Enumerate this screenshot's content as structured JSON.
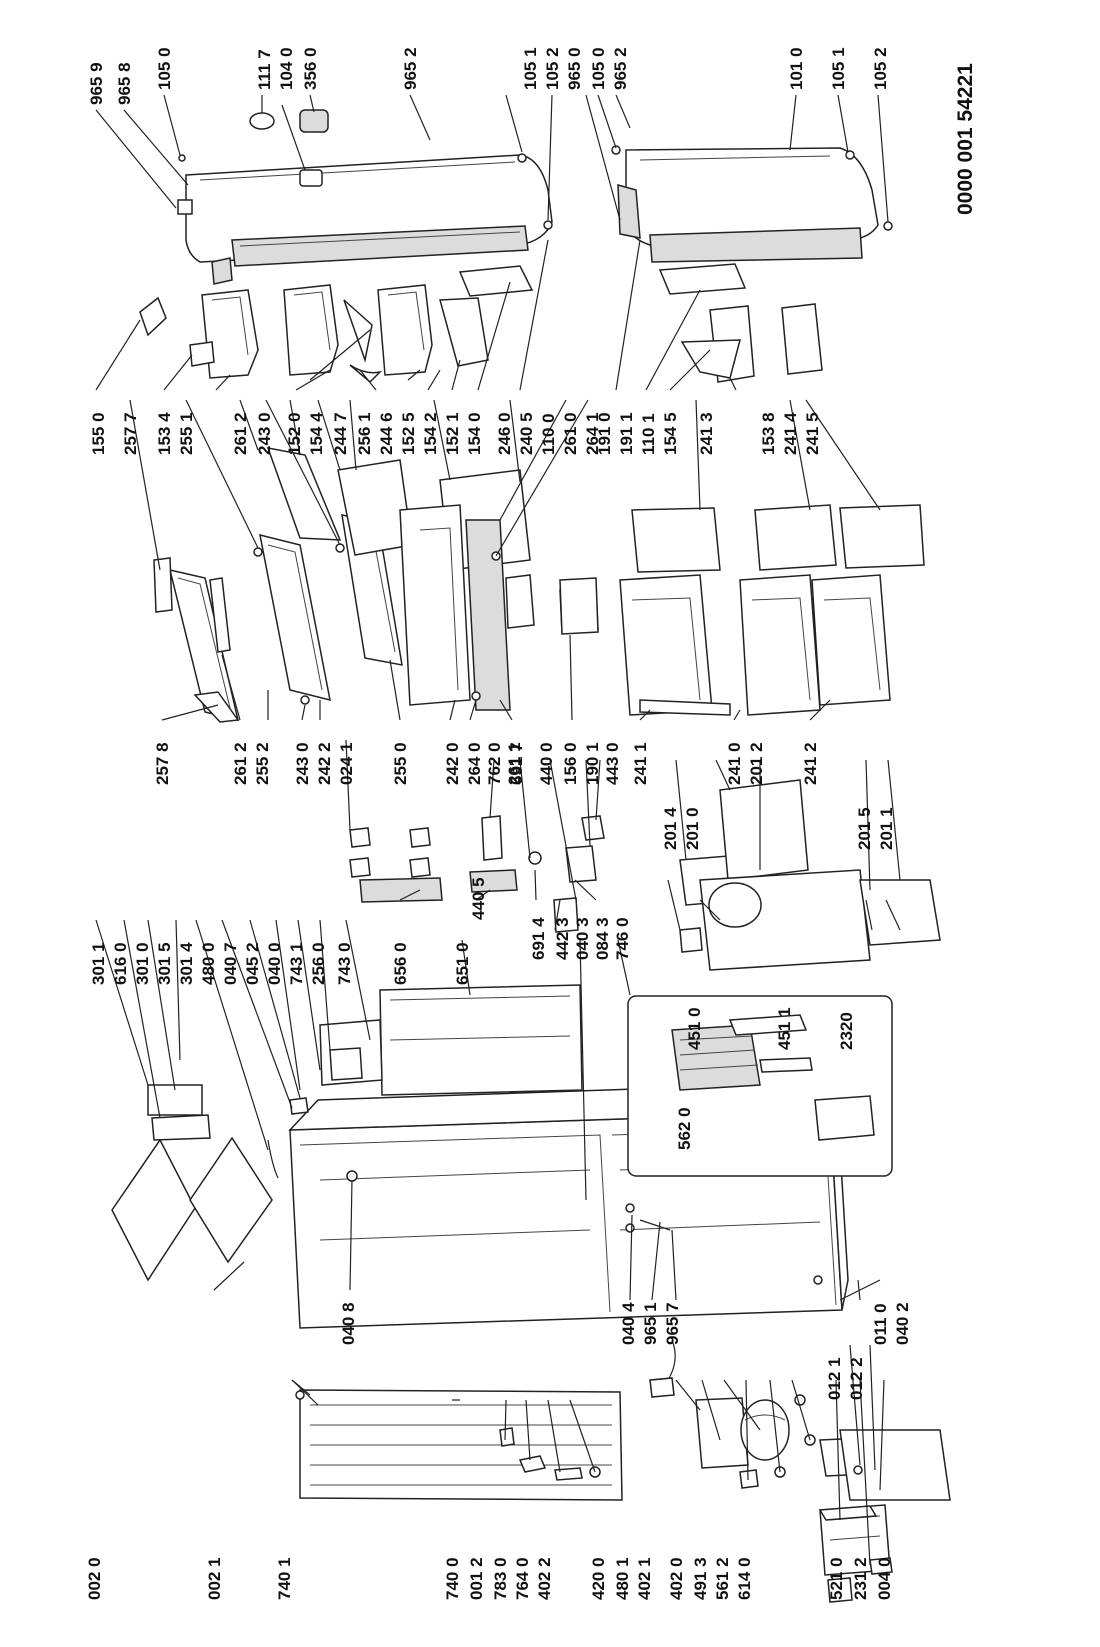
{
  "document_code": "0000 001 54221",
  "part_labels": [
    "965 9",
    "965 8",
    "105 0",
    "111 7",
    "104 0",
    "356 0",
    "965 2",
    "105 1",
    "105 2",
    "965 0",
    "105 0",
    "965 2",
    "101 0",
    "105 1",
    "105 2",
    "155 0",
    "257 7",
    "153 4",
    "255 1",
    "261 2",
    "243 0",
    "152 0",
    "154 4",
    "244 7",
    "256 1",
    "244 6",
    "152 5",
    "154 2",
    "152 1",
    "154 0",
    "246 0",
    "240 5",
    "110 0",
    "261 0",
    "191 0",
    "264 1",
    "191 1",
    "110 1",
    "154 5",
    "241 3",
    "153 8",
    "241 4",
    "241 5",
    "301 1",
    "616 0",
    "301 0",
    "301 5",
    "301 4",
    "480 0",
    "040 7",
    "045 2",
    "040 0",
    "743 1",
    "256 0",
    "743 0",
    "656 0",
    "651 0",
    "440 5",
    "691 4",
    "442 3",
    "040 3",
    "084 3",
    "746 0",
    "201 4",
    "201 0",
    "451 0",
    "451 1",
    "2320",
    "562 0",
    "201 5",
    "201 1",
    "257 8",
    "261 2",
    "255 2",
    "243 0",
    "242 2",
    "024 1",
    "255 0",
    "242 0",
    "264 0",
    "762 0",
    "261 1",
    "691 7",
    "440 0",
    "156 0",
    "190 1",
    "443 0",
    "241 1",
    "241 0",
    "201 2",
    "241 2",
    "002 0",
    "002 1",
    "740 1",
    "040 8",
    "740 0",
    "001 2",
    "783 0",
    "764 0",
    "402 2",
    "420 0",
    "480 1",
    "402 1",
    "402 0",
    "491 3",
    "561 2",
    "614 0",
    "040 4",
    "965 1",
    "965 7",
    "521 0",
    "231 2",
    "004 0",
    "012 1",
    "012 2",
    "011 0",
    "040 2"
  ]
}
